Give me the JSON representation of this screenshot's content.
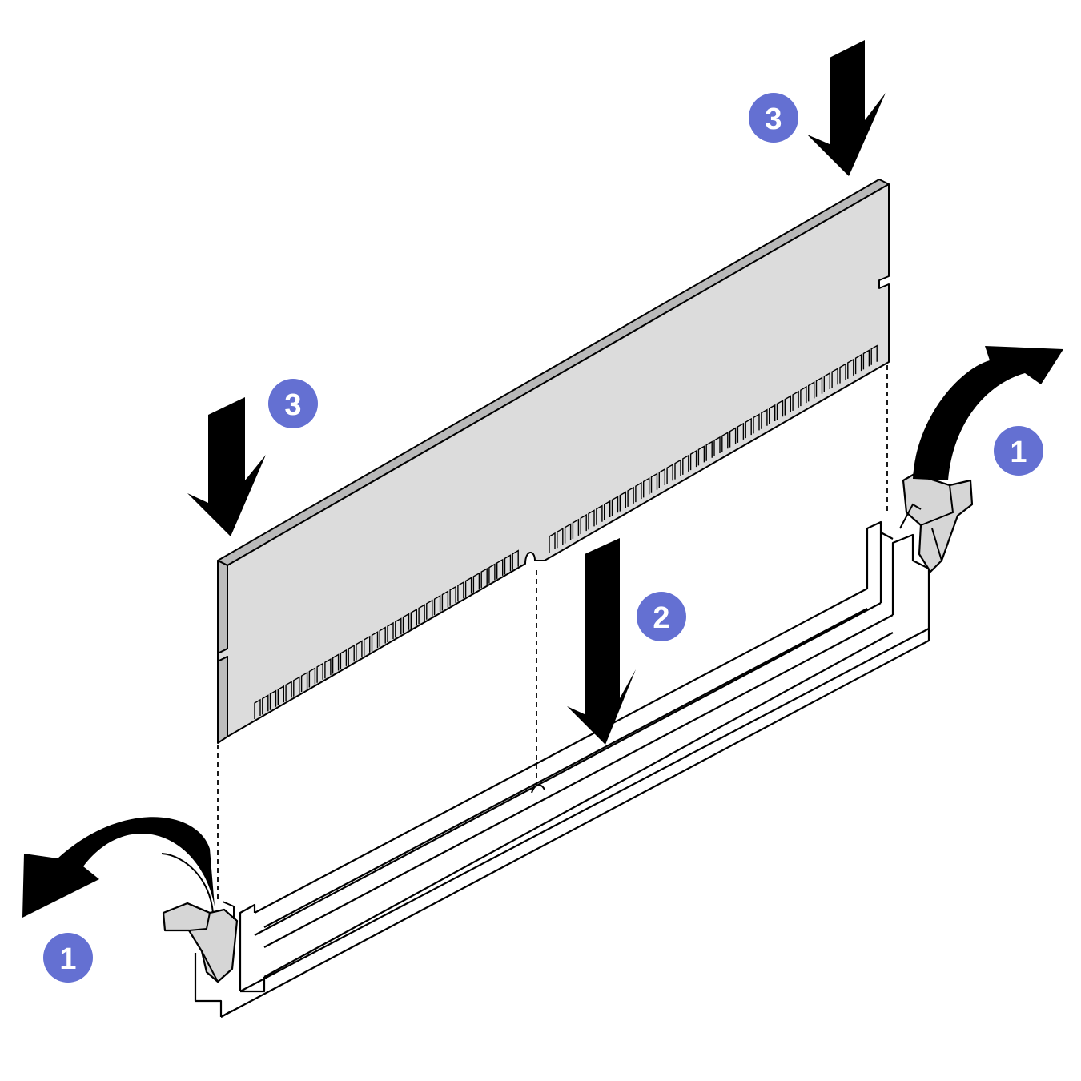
{
  "colors": {
    "badge": "#6470d2",
    "badge_text": "#ffffff",
    "module_fill": "#dcdcdc",
    "module_top": "#b9b9b9",
    "line": "#000000",
    "latch": "#d6d6d6"
  },
  "steps": {
    "open_latches": "1",
    "insert_module": "2",
    "press_down": "3"
  },
  "icons": {
    "curved_arrow": "curved-arrow-icon",
    "down_arrow": "down-arrow-icon",
    "step_badge": "step-badge-icon"
  }
}
